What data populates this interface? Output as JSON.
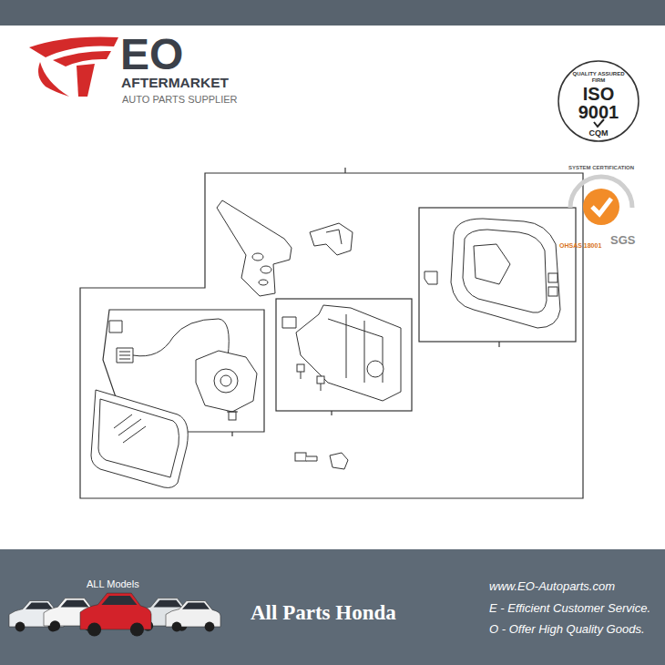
{
  "diagram": {
    "nodes": [
      {
        "text": [
          "QUALITY ASSURED FIRM",
          "ISO 9001",
          "CQM"
        ]
      },
      {
        "text": [
          "SYSTEM CERTIFICATION",
          "OHSAS 18001",
          "SGS"
        ]
      },
      {
        "text": [
          "ALL Models",
          "All Parts Honda",
          "www.EO-Autoparts.com",
          "E - Efficient Customer Service.",
          "O - Offer High Quality Goods."
        ]
      }
    ],
    "labels": [
      "EO",
      "AFTERMARKET",
      "AUTO PARTS SUPPLIER"
    ]
  }
}
